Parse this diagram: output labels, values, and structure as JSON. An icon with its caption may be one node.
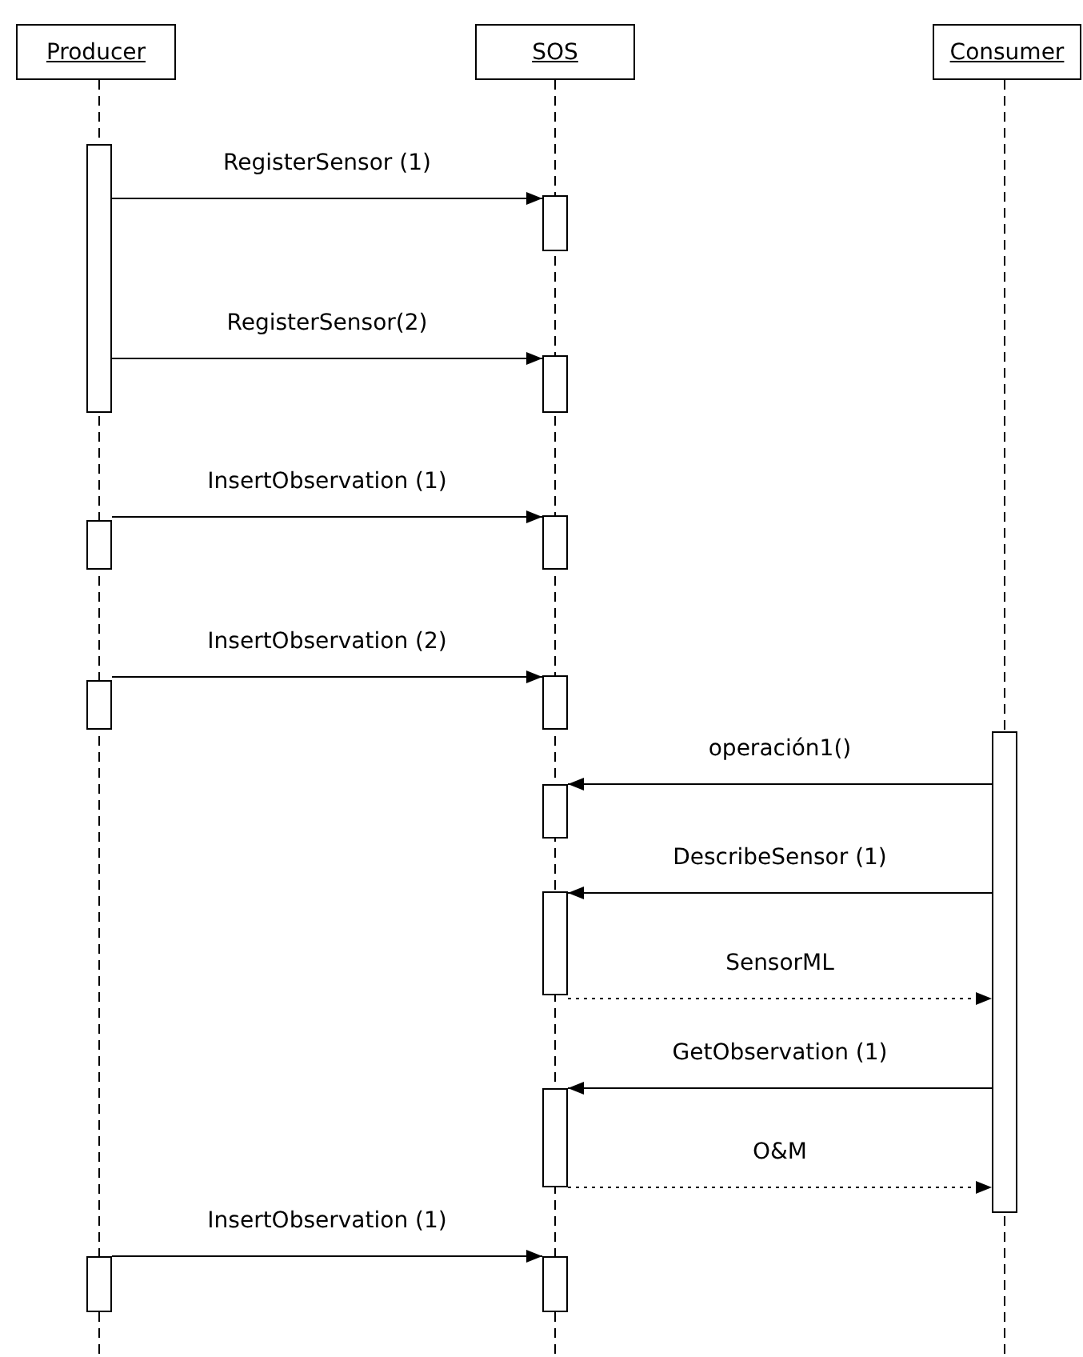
{
  "diagram": {
    "nodes": [
      {
        "text": [
          "Producer"
        ]
      },
      {
        "text": [
          "SOS"
        ]
      },
      {
        "text": [
          "Consumer"
        ]
      },
      {
        "text": [],
        "shape": "bar"
      },
      {
        "text": [],
        "shape": "bar"
      },
      {
        "text": [],
        "shape": "bar"
      },
      {
        "text": [],
        "shape": "bar"
      },
      {
        "text": [],
        "shape": "bar"
      },
      {
        "text": [],
        "shape": "bar"
      },
      {
        "text": [],
        "shape": "bar"
      },
      {
        "text": [],
        "shape": "bar"
      },
      {
        "text": [],
        "shape": "bar"
      },
      {
        "text": [],
        "shape": "bar"
      },
      {
        "text": [],
        "shape": "bar"
      },
      {
        "text": [],
        "shape": "bar"
      },
      {
        "text": [],
        "shape": "bar"
      }
    ],
    "edges": [
      {
        "from": 3,
        "to": 4,
        "arrow": "to",
        "label": "RegisterSensor (1)"
      },
      {
        "from": 3,
        "to": 5,
        "arrow": "to",
        "label": "RegisterSensor(2)"
      },
      {
        "from": 6,
        "to": 7,
        "arrow": "to",
        "label": "InsertObservation (1)"
      },
      {
        "from": 8,
        "to": 9,
        "arrow": "to",
        "label": "InsertObservation (2)"
      },
      {
        "from": 10,
        "to": 11,
        "arrow": "to",
        "label": "operación1()"
      },
      {
        "from": 10,
        "to": 12,
        "arrow": "to",
        "label": "DescribeSensor (1)"
      },
      {
        "from": 12,
        "to": 10,
        "arrow": "to",
        "label": "SensorML",
        "style": "dashed"
      },
      {
        "from": 10,
        "to": 13,
        "arrow": "to",
        "label": "GetObservation (1)"
      },
      {
        "from": 13,
        "to": 10,
        "arrow": "to",
        "label": "O&M",
        "style": "dashed"
      },
      {
        "from": 14,
        "to": 15,
        "arrow": "to",
        "label": "InsertObservation (1)"
      }
    ]
  }
}
